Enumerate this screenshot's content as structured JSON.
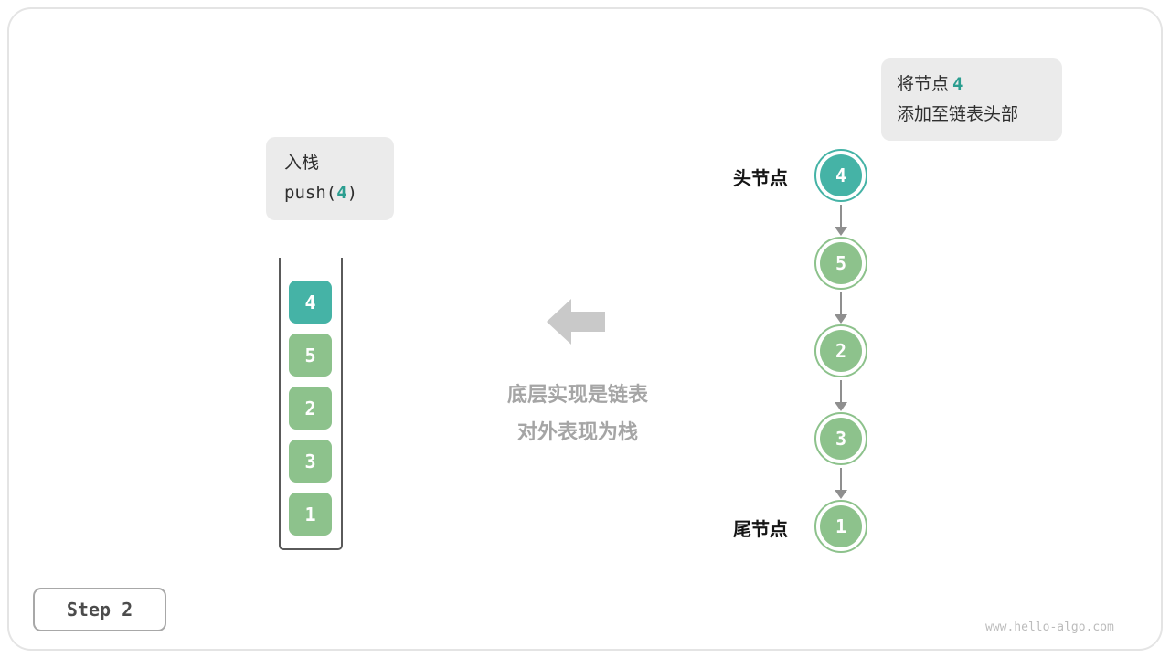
{
  "colors": {
    "teal": "#45b3a6",
    "teal-text": "#2b9e90",
    "green": "#8dc28c",
    "box-bg": "#ebebeb",
    "arrow-gray": "#c9c9c9",
    "muted-text": "#a5a5a5",
    "link-gray": "#8f8f8f",
    "dark-text": "#2f2f2f"
  },
  "annotation": {
    "line1_prefix": "将节点",
    "line1_value": "4",
    "line2": "添加至链表头部"
  },
  "push_box": {
    "line1": "入栈",
    "line2_prefix": "push(",
    "line2_value": "4",
    "line2_suffix": ")"
  },
  "stack": {
    "items": [
      {
        "value": "4",
        "type": "teal"
      },
      {
        "value": "5",
        "type": "green"
      },
      {
        "value": "2",
        "type": "green"
      },
      {
        "value": "3",
        "type": "green"
      },
      {
        "value": "1",
        "type": "green"
      }
    ]
  },
  "caption": {
    "line1": "底层实现是链表",
    "line2": "对外表现为栈"
  },
  "linked_list": {
    "head_label": "头节点",
    "tail_label": "尾节点",
    "nodes": [
      {
        "value": "4",
        "type": "teal"
      },
      {
        "value": "5",
        "type": "green"
      },
      {
        "value": "2",
        "type": "green"
      },
      {
        "value": "3",
        "type": "green"
      },
      {
        "value": "1",
        "type": "green"
      }
    ]
  },
  "footer": {
    "step_label": "Step 2",
    "watermark": "www.hello-algo.com"
  }
}
